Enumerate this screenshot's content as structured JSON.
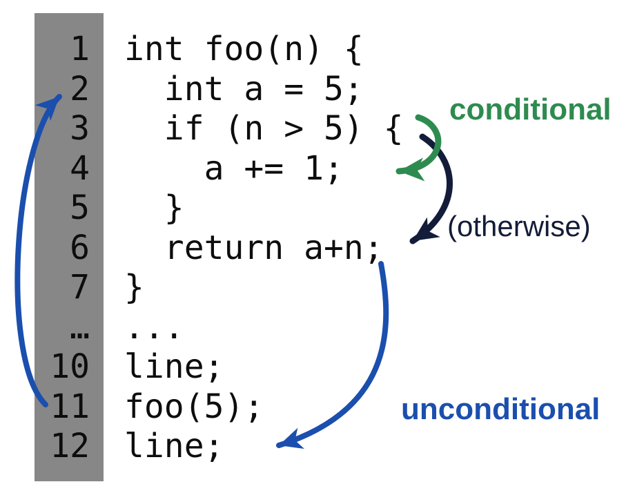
{
  "code_panel": {
    "rows": [
      {
        "num": "1",
        "code": "int foo(n) {"
      },
      {
        "num": "2",
        "code": "  int a = 5;"
      },
      {
        "num": "3",
        "code": "  if (n > 5) {"
      },
      {
        "num": "4",
        "code": "    a += 1;"
      },
      {
        "num": "5",
        "code": "  }"
      },
      {
        "num": "6",
        "code": "  return a+n;"
      },
      {
        "num": "7",
        "code": "}"
      },
      {
        "num": "…",
        "code": "..."
      },
      {
        "num": "10",
        "code": "line;"
      },
      {
        "num": "11",
        "code": "foo(5);"
      },
      {
        "num": "12",
        "code": "line;"
      }
    ]
  },
  "annotations": {
    "conditional_label": "conditional",
    "otherwise_label": "(otherwise)",
    "unconditional_label": "unconditional"
  },
  "arrows": [
    {
      "name": "conditional-branch",
      "from_line": "3",
      "to_line": "4",
      "color_key": "green"
    },
    {
      "name": "otherwise-branch",
      "from_line": "3",
      "to_line": "6",
      "color_key": "navy"
    },
    {
      "name": "unconditional-branch",
      "from_line": "6",
      "to_line": "12",
      "color_key": "blue"
    },
    {
      "name": "call-return-branch",
      "from_line": "11",
      "to_line": "2",
      "color_key": "blue"
    }
  ],
  "colors": {
    "green": "#2e8b4f",
    "navy": "#131c38",
    "blue": "#1b4fae",
    "gutter_gray": "#878787",
    "code_text": "#0d0d0d"
  }
}
